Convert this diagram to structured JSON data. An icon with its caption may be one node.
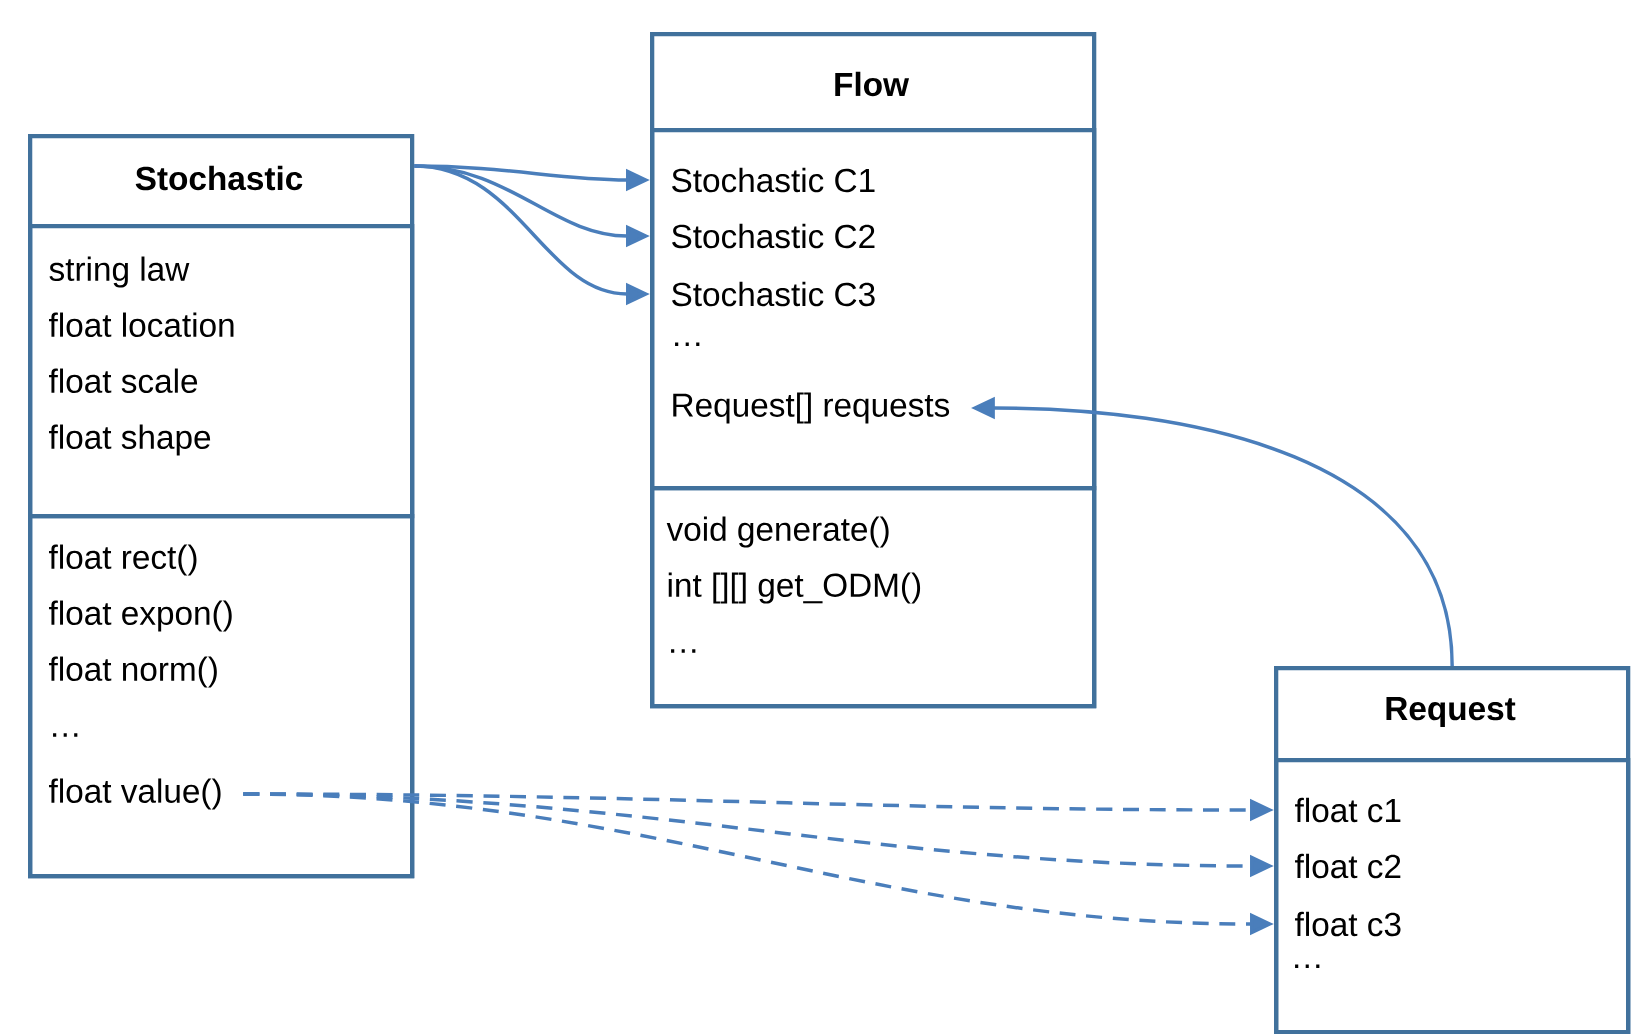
{
  "diagram": {
    "nodes": [
      {
        "text": [
          "Stochastic"
        ]
      },
      {
        "text": [
          "string law",
          "float location",
          "float scale",
          "float shape"
        ],
        "in": 0
      },
      {
        "text": [
          "float rect()",
          "float expon()",
          "float norm()",
          "…"
        ],
        "in": 0
      },
      {
        "text": [
          "float value()"
        ],
        "in": 2
      },
      {
        "text": [
          "Flow"
        ]
      },
      {
        "text": [
          "…"
        ],
        "in": 4
      },
      {
        "text": [
          "Stochastic C1"
        ],
        "in": 5
      },
      {
        "text": [
          "Stochastic C2"
        ],
        "in": 5
      },
      {
        "text": [
          "Stochastic C3"
        ],
        "in": 5
      },
      {
        "text": [
          "Request[] requests"
        ],
        "in": 5
      },
      {
        "text": [
          "void generate()",
          "int [][] get_ODM()",
          "…"
        ],
        "in": 4
      },
      {
        "text": [
          "Request"
        ]
      },
      {
        "text": [
          "…"
        ],
        "in": 11
      },
      {
        "text": [
          "float c1"
        ],
        "in": 12
      },
      {
        "text": [
          "float c2"
        ],
        "in": 12
      },
      {
        "text": [
          "float c3"
        ],
        "in": 12
      }
    ],
    "edges": [
      {
        "from": 0,
        "to": 6,
        "arrow": "to"
      },
      {
        "from": 0,
        "to": 7,
        "arrow": "to"
      },
      {
        "from": 0,
        "to": 8,
        "arrow": "to"
      },
      {
        "from": 3,
        "to": 13,
        "arrow": "to",
        "style": "dashed"
      },
      {
        "from": 3,
        "to": 14,
        "arrow": "to",
        "style": "dashed"
      },
      {
        "from": 3,
        "to": 15,
        "arrow": "to",
        "style": "dashed"
      },
      {
        "from": 11,
        "to": 9,
        "arrow": "to"
      }
    ]
  }
}
